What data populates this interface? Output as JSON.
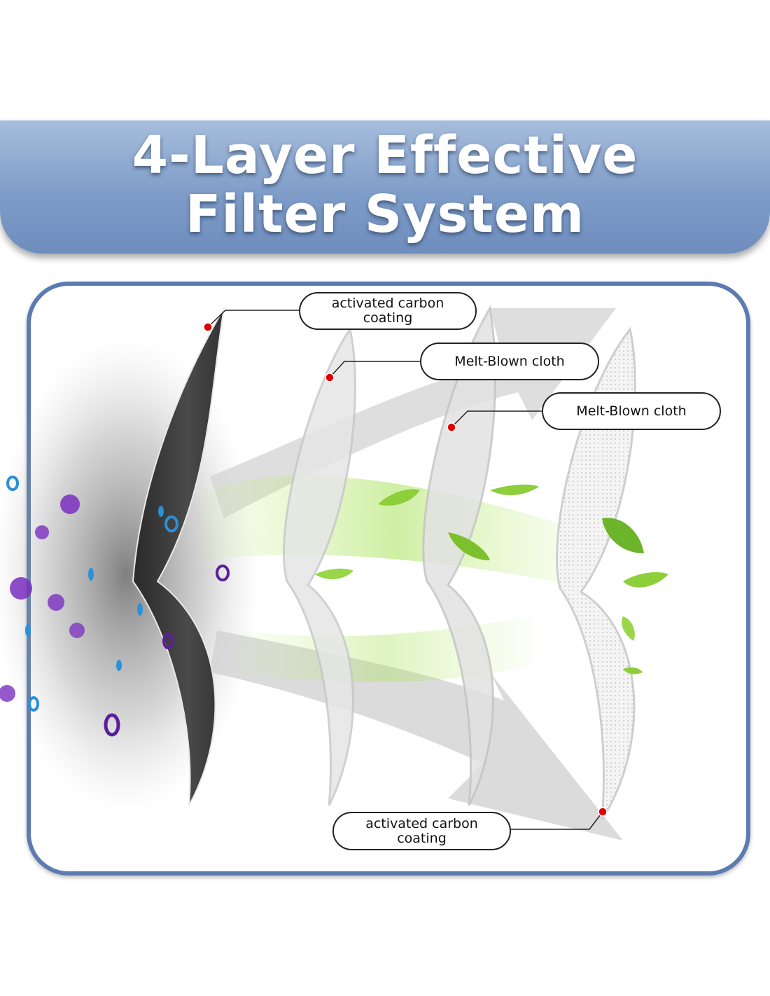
{
  "title": {
    "line1": "4-Layer Effective",
    "line2": "Filter System"
  },
  "labels": {
    "layer1": "activated carbon coating",
    "layer2": "Melt-Blown cloth",
    "layer3": "Melt-Blown cloth",
    "layer4": "activated carbon coating"
  },
  "colors": {
    "banner": "#7f9dc9",
    "panel_border": "#5c7bb0",
    "marker": "#e00000",
    "carbon_layer": "#3a3a3a",
    "leaf": "#8ccf3a",
    "particle_purple": "#6a2aa8",
    "particle_blue": "#2a90d8"
  },
  "icons": [
    "dust-cloud",
    "leaf-icon",
    "airflow-arrow",
    "filter-layer"
  ]
}
